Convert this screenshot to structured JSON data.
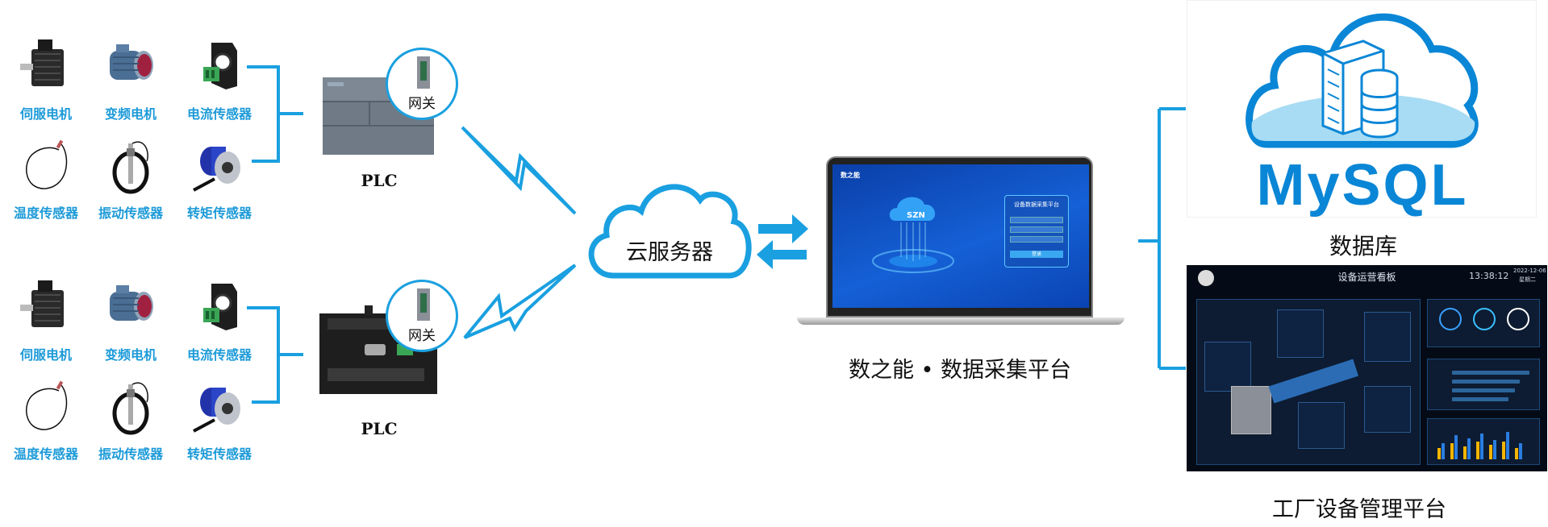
{
  "device_groups": [
    {
      "devices": [
        "伺服电机",
        "变频电机",
        "电流传感器",
        "温度传感器",
        "振动传感器",
        "转矩传感器"
      ],
      "plc_label": "PLC",
      "gateway_label": "网关"
    },
    {
      "devices": [
        "伺服电机",
        "变频电机",
        "电流传感器",
        "温度传感器",
        "振动传感器",
        "转矩传感器"
      ],
      "plc_label": "PLC",
      "gateway_label": "网关"
    }
  ],
  "cloud_server": {
    "label": "云服务器"
  },
  "platform": {
    "label": "数之能 • 数据采集平台",
    "screen_logo": "数之能",
    "login_title": "设备数据采集平台",
    "login_button": "登录"
  },
  "database": {
    "logo_text": "MySQL",
    "label": "数据库"
  },
  "factory_platform": {
    "label": "工厂设备管理平台",
    "dashboard_title": "设备运营看板",
    "time": "13:38:12",
    "date": "2022-12-06",
    "weekday": "星期二"
  },
  "colors": {
    "accent": "#1aa0e0",
    "label_blue": "#1c9ad8",
    "mysql_blue": "#0a86d6"
  }
}
